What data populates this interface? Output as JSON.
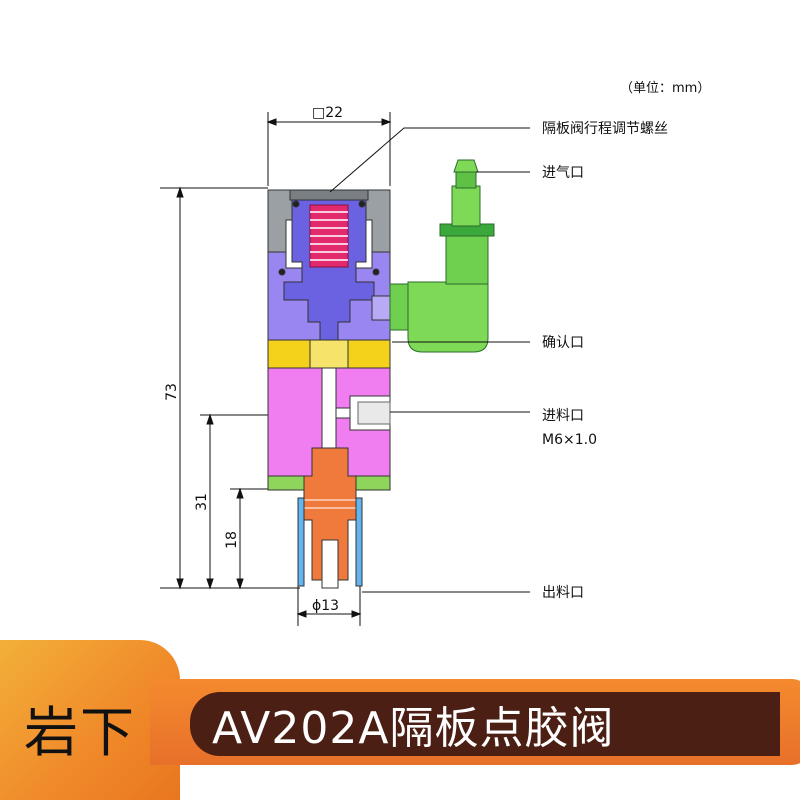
{
  "unit_note": "（单位：mm）",
  "dimensions": {
    "width": "□22",
    "height_total": "73",
    "height_inlet": "31",
    "height_body": "18",
    "outlet_dia": "ϕ13"
  },
  "labels": {
    "stroke_screw": "隔板阀行程调节螺丝",
    "air_inlet": "进气口",
    "confirm_port": "确认口",
    "material_inlet": "进料口",
    "material_inlet_thread": "M6×1.0",
    "outlet": "出料口"
  },
  "banner": {
    "brand": "岩下",
    "title": "AV202A隔板点胶阀"
  },
  "colors": {
    "cap": "#9aa0a4",
    "upper_body": "#9a86f0",
    "piston": "#6a62e0",
    "spring": "#e3296e",
    "yellow_plate": "#f4d21c",
    "lower_body": "#f07ef0",
    "nozzle": "#f07a3c",
    "nozzle_tip": "#63b5f0",
    "fitting": "#7ed957",
    "fitting_dark": "#3aa83a",
    "brand_bg": "#f08a2a",
    "title_bg": "#4c1f14"
  }
}
